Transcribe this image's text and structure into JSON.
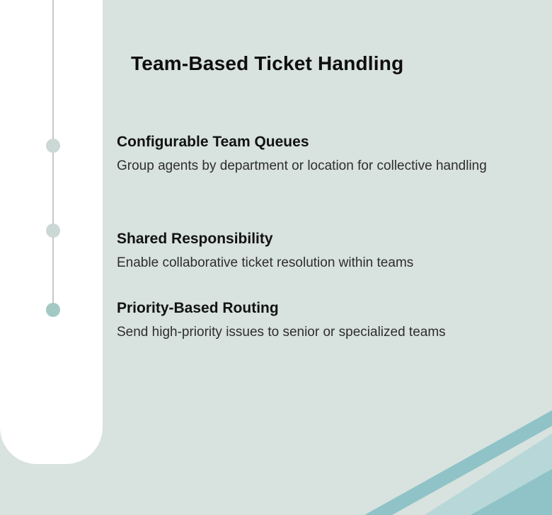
{
  "page": {
    "title": "Team-Based Ticket Handling"
  },
  "timeline": {
    "items": [
      {
        "heading": "Configurable Team Queues",
        "description": "Group agents by department or location for collective handling",
        "dot_color": "#ccd8d5"
      },
      {
        "heading": "Shared Responsibility",
        "description": "Enable collaborative ticket resolution within teams",
        "dot_color": "#ccd8d5"
      },
      {
        "heading": "Priority-Based Routing",
        "description": "Send high-priority issues to senior or specialized teams",
        "dot_color": "#a3c9c5"
      }
    ]
  },
  "colors": {
    "background": "#d8e2df",
    "panel": "#ffffff",
    "line": "#c6c9c8",
    "accent_dark": "#8fc3c7",
    "accent_light": "#b7d7d8",
    "title_text": "#0e0e0e",
    "body_text": "#2e2e2e"
  }
}
